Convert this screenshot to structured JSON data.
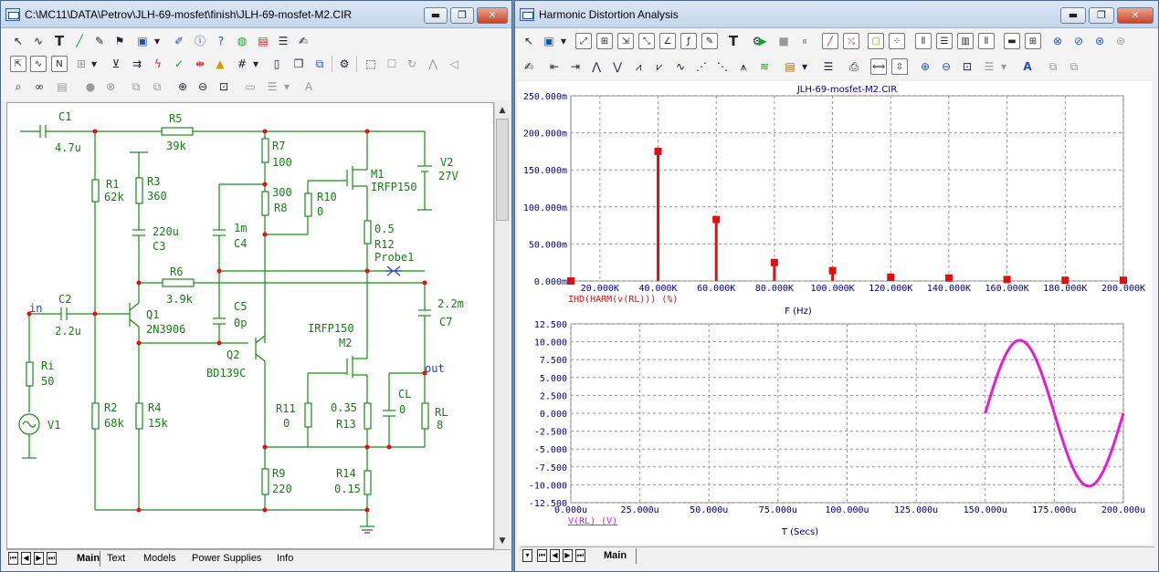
{
  "left_window": {
    "title": "C:\\MC11\\DATA\\Petrov\\JLH-69-mosfet\\finish\\JLH-69-mosfet-M2.CIR",
    "window_buttons": {
      "min": "▬",
      "max": "❐",
      "close": "✕"
    },
    "tabs": [
      "Main",
      "Text",
      "Models",
      "Power Supplies",
      "Info"
    ],
    "active_tab": "Main"
  },
  "schematic": {
    "labels": {
      "C1": "C1",
      "C1v": "4.7u",
      "R5": "R5",
      "R5v": "39k",
      "R7": "R7",
      "R7v": "100",
      "M1": "M1",
      "M1v": "IRFP150",
      "V2": "V2",
      "V2v": "27V",
      "R1": "R1",
      "R1v": "62k",
      "R3": "R3",
      "R3v": "360",
      "R8v": "300",
      "R8": "R8",
      "R10": "R10",
      "R10v": "0",
      "C3v": "220u",
      "C3": "C3",
      "C4v": "1m",
      "C4": "C4",
      "R12v": "0.5",
      "R12": "R12",
      "Probe1": "Probe1",
      "R6": "R6",
      "R6v": "3.9k",
      "C2": "C2",
      "C2v": "2.2u",
      "in": "in",
      "Q1": "Q1",
      "Q1v": "2N3906",
      "C5": "C5",
      "C5v": "0p",
      "C7v": "2.2m",
      "C7": "C7",
      "M2v": "IRFP150",
      "M2": "M2",
      "Q2": "Q2",
      "Q2v": "BD139C",
      "Ri": "Ri",
      "Riv": "50",
      "out": "out",
      "CL": "CL",
      "CLv": "0",
      "R2": "R2",
      "R2v": "68k",
      "R4": "R4",
      "R4v": "15k",
      "R11": "R11",
      "R11v": "0",
      "R13v": "0.35",
      "R13": "R13",
      "RL": "RL",
      "RLv": "8",
      "V1": "V1",
      "R9": "R9",
      "R9v": "220",
      "R14": "R14",
      "R14v": "0.15"
    }
  },
  "right_window": {
    "title": "Harmonic Distortion Analysis",
    "window_buttons": {
      "min": "▬",
      "max": "❐",
      "close": "✕"
    },
    "tabs": [
      "Main"
    ],
    "active_tab": "Main"
  },
  "colors": {
    "wire": "#1b8a1b",
    "label": "#1a7a1a",
    "node": "#dd1111",
    "harmonic": "#dd1111",
    "sine": "#e020d0",
    "axis_text": "#00007a"
  },
  "chart_data": [
    {
      "type": "bar",
      "title": "JLH-69-mosfet-M2.CIR",
      "ylabel": "IHD(HARM(v(RL))) (%)",
      "xlabel": "F (Hz)",
      "x_ticks": [
        "20.000K",
        "40.000K",
        "60.000K",
        "80.000K",
        "100.000K",
        "120.000K",
        "140.000K",
        "160.000K",
        "180.000K",
        "200.000K"
      ],
      "y_ticks": [
        "250.000m",
        "200.000m",
        "150.000m",
        "100.000m",
        "50.000m",
        "0.000m"
      ],
      "xlim": [
        10000,
        200000
      ],
      "ylim": [
        0,
        0.25
      ],
      "series": [
        {
          "name": "IHD(HARM(v(RL))) (%)",
          "x": [
            10000,
            40000,
            60000,
            80000,
            100000,
            120000,
            140000,
            160000,
            180000,
            200000
          ],
          "values": [
            0.0,
            0.175,
            0.083,
            0.025,
            0.014,
            0.005,
            0.004,
            0.002,
            0.001,
            0.001
          ]
        }
      ]
    },
    {
      "type": "line",
      "xlabel": "T (Secs)",
      "ylabel": "V(RL) (V)",
      "x_ticks": [
        "0.000u",
        "25.000u",
        "50.000u",
        "75.000u",
        "100.000u",
        "125.000u",
        "150.000u",
        "175.000u",
        "200.000u"
      ],
      "y_ticks": [
        "12.500",
        "10.000",
        "7.500",
        "5.000",
        "2.500",
        "0.000",
        "-2.500",
        "-5.000",
        "-7.500",
        "-10.000",
        "-12.500"
      ],
      "xlim": [
        0,
        0.0002
      ],
      "ylim": [
        -12.5,
        12.5
      ],
      "series": [
        {
          "name": "V(RL) (V)",
          "t_start": 0.00015,
          "t_end": 0.0002,
          "amplitude": 10.2,
          "period": 5e-05,
          "phase": 0
        }
      ]
    }
  ]
}
